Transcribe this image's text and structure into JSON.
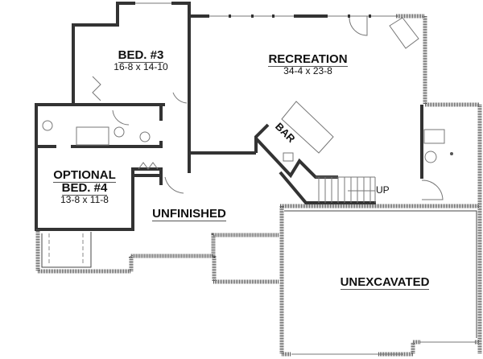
{
  "rooms": {
    "bed3": {
      "name": "BED. #3",
      "dims": "16-8 x 14-10"
    },
    "recreation": {
      "name": "RECREATION",
      "dims": "34-4 x 23-8"
    },
    "bar": {
      "name": "BAR"
    },
    "bed4": {
      "name_line1": "OPTIONAL",
      "name_line2": "BED. #4",
      "dims": "13-8 x 11-8"
    },
    "unfinished": {
      "name": "UNFINISHED"
    },
    "unexcavated": {
      "name": "UNEXCAVATED"
    }
  },
  "stairs": {
    "label": "UP"
  },
  "colors": {
    "wall": "#333333",
    "line": "#777777",
    "background": "#ffffff"
  }
}
